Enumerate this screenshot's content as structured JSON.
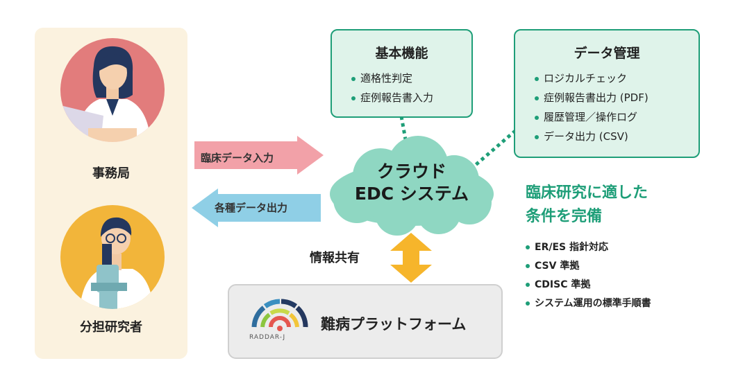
{
  "left_panel": {
    "top_person_label": "事務局",
    "bottom_person_label": "分担研究者"
  },
  "arrows": {
    "input_label": "臨床データ入力",
    "output_label": "各種データ出力",
    "share_label": "情報共有"
  },
  "basic_functions": {
    "title": "基本機能",
    "items": [
      "適格性判定",
      "症例報告書入力"
    ]
  },
  "data_management": {
    "title": "データ管理",
    "items": [
      "ロジカルチェック",
      "症例報告書出力 (PDF)",
      "履歴管理／操作ログ",
      "データ出力 (CSV)"
    ]
  },
  "cloud": {
    "line1": "クラウド",
    "line2": "EDC システム"
  },
  "conditions": {
    "headline_line1": "臨床研究に適した",
    "headline_line2": "条件を完備",
    "items": [
      "ER/ES 指針対応",
      "CSV 準拠",
      "CDISC 準拠",
      "システム運用の標準手順書"
    ]
  },
  "platform": {
    "logo_text": "RADDAR-J",
    "title": "難病プラットフォーム"
  },
  "colors": {
    "accent_green": "#1e9e78",
    "input_arrow_pink": "#f2a1a8",
    "output_arrow_blue": "#8fcfe6",
    "share_arrow_yellow": "#f6b52b",
    "cloud_green": "#8fd7c2"
  }
}
